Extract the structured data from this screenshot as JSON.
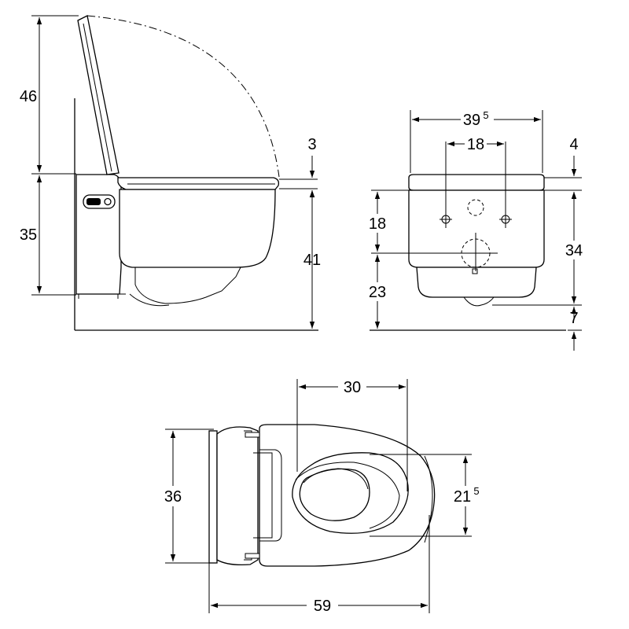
{
  "dimensions": {
    "side": {
      "lid_height": "46",
      "seat_height": "35",
      "seat_thickness": "3",
      "rim_height": "41"
    },
    "front": {
      "width": "39",
      "width_sup": "5",
      "bolt_spacing": "18",
      "lid_thickness": "4",
      "bolt_height": "18",
      "outlet_height": "23",
      "body_height": "34",
      "floor_gap": "7"
    },
    "top": {
      "bowl_width": "30",
      "depth_width": "36",
      "opening_width": "21",
      "opening_width_sup": "5",
      "total_length": "59"
    }
  }
}
